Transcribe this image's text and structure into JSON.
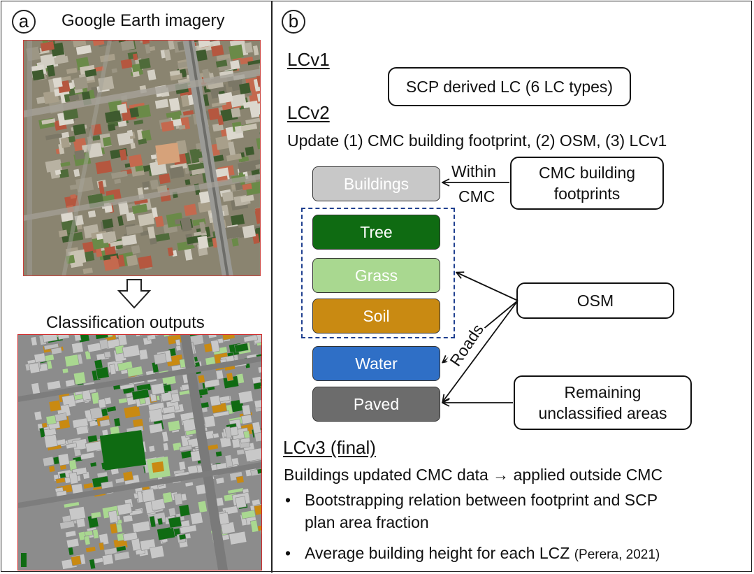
{
  "panel_a": {
    "label": "a",
    "title": "Google Earth imagery",
    "classification_title": "Classification outputs"
  },
  "panel_b": {
    "label": "b",
    "lcv1_heading": "LCv1",
    "scp_box": "SCP derived LC (6 LC types)",
    "lcv2_heading": "LCv2",
    "lcv2_update": "Update (1) CMC building footprint, (2) OSM, (3) LCv1",
    "cmc_box_line1": "CMC building",
    "cmc_box_line2": "footprints",
    "within_label": "Within",
    "cmc_label": "CMC",
    "osm_box": "OSM",
    "roads_label": "Roads",
    "remaining_line1": "Remaining",
    "remaining_line2": "unclassified areas",
    "land_cover": [
      {
        "name": "Buildings",
        "color": "#c8c8c8",
        "text_color": "#ffffff"
      },
      {
        "name": "Tree",
        "color": "#0f6b12",
        "text_color": "#ffffff"
      },
      {
        "name": "Grass",
        "color": "#a9d890",
        "text_color": "#ffffff"
      },
      {
        "name": "Soil",
        "color": "#c98a12",
        "text_color": "#ffffff"
      },
      {
        "name": "Water",
        "color": "#2f6fc6",
        "text_color": "#ffffff"
      },
      {
        "name": "Paved",
        "color": "#6c6c6c",
        "text_color": "#ffffff"
      }
    ],
    "lcv3_heading": "LCv3 (final)",
    "lcv3_line": "Buildings updated  CMC data → applied outside CMC",
    "bullet1_line1": "Bootstrapping relation between footprint and SCP",
    "bullet1_line2": "plan area fraction",
    "bullet2_main": "Average building height for each LCZ ",
    "bullet2_cite": "(Perera, 2021)",
    "bullet_symbol": "•"
  },
  "colors": {
    "frame": "#222222",
    "dashed_group": "#1f3f8f",
    "image_border": "#d02a2a"
  }
}
